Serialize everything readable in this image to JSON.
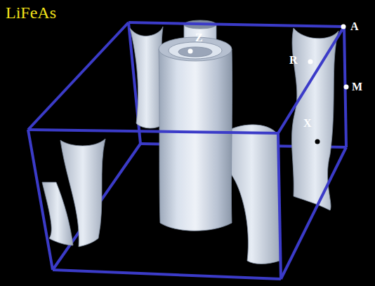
{
  "diagram": {
    "labels": [
      "LiFeAs",
      "Z",
      "A",
      "R",
      "M",
      "X"
    ]
  }
}
